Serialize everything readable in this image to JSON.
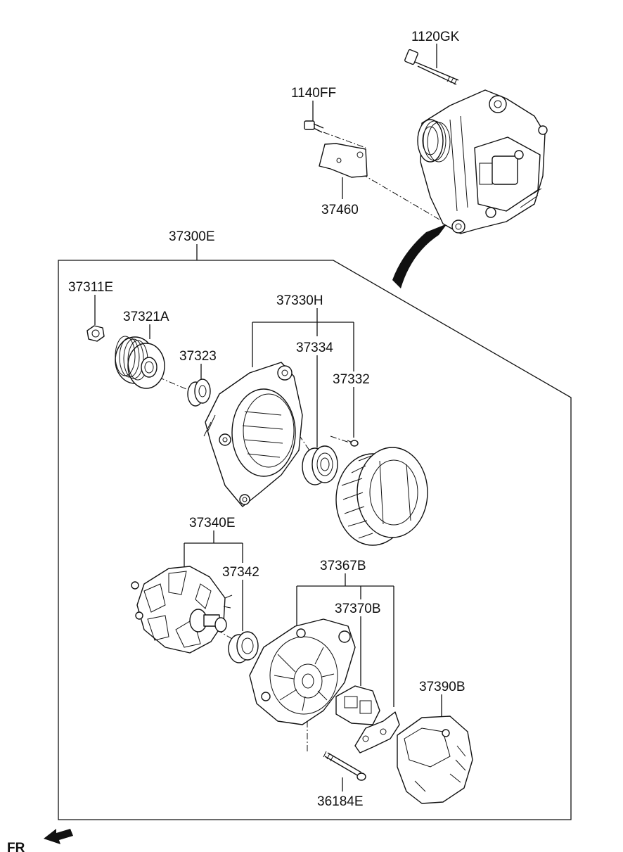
{
  "labels": {
    "p1120GK": "1120GK",
    "p1140FF": "1140FF",
    "p37460": "37460",
    "p37300E": "37300E",
    "p37311E": "37311E",
    "p37321A": "37321A",
    "p37323": "37323",
    "p37330H": "37330H",
    "p37334": "37334",
    "p37332": "37332",
    "p37340E": "37340E",
    "p37342": "37342",
    "p37367B": "37367B",
    "p37370B": "37370B",
    "p37390B": "37390B",
    "p36184E": "36184E",
    "fr": "FR"
  },
  "colors": {
    "line": "#111111",
    "background": "#ffffff"
  }
}
